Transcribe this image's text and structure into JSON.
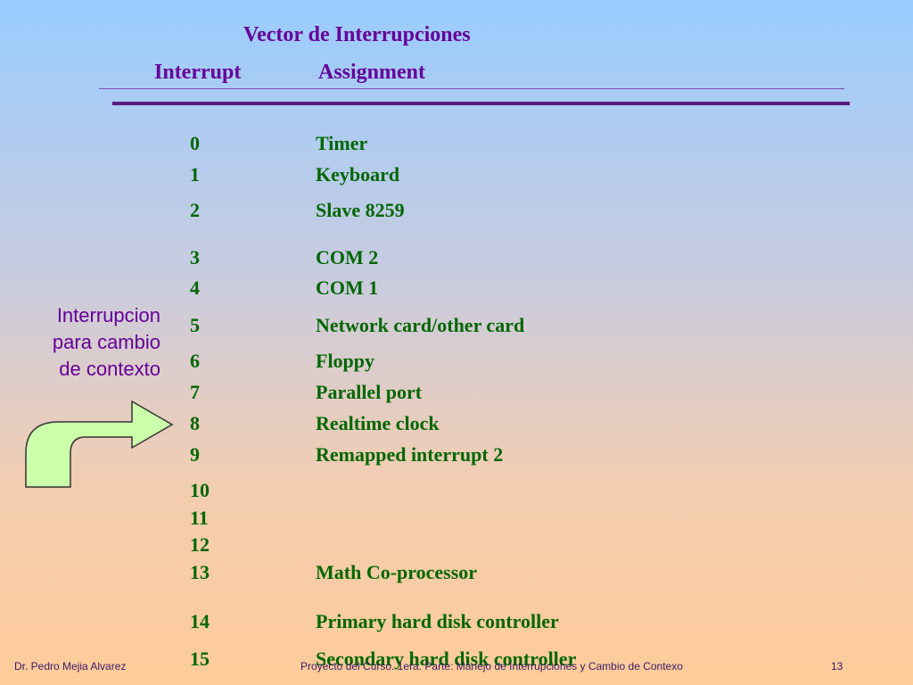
{
  "title": "Vector de Interrupciones",
  "columns": {
    "interrupt": "Interrupt",
    "assignment": "Assignment"
  },
  "rows": [
    {
      "num": "0",
      "name": "Timer"
    },
    {
      "num": "1",
      "name": "Keyboard"
    },
    {
      "num": "2",
      "name": "Slave 8259"
    },
    {
      "num": "3",
      "name": "COM 2"
    },
    {
      "num": "4",
      "name": "COM 1"
    },
    {
      "num": "5",
      "name": "Network card/other card"
    },
    {
      "num": "6",
      "name": "Floppy"
    },
    {
      "num": "7",
      "name": "Parallel port"
    },
    {
      "num": "8",
      "name": "Realtime clock"
    },
    {
      "num": "9",
      "name": "Remapped interrupt 2"
    },
    {
      "num": "10",
      "name": ""
    },
    {
      "num": "11",
      "name": ""
    },
    {
      "num": "12",
      "name": ""
    },
    {
      "num": "13",
      "name": "Math Co-processor"
    },
    {
      "num": "14",
      "name": "Primary hard disk controller"
    },
    {
      "num": "15",
      "name": "Secondary hard disk controller"
    }
  ],
  "side_note": {
    "line1": "Interrupcion",
    "line2": "para cambio",
    "line3": "de contexto"
  },
  "footer": {
    "author": "Dr. Pedro Mejia Alvarez",
    "course": "Proyecto del Curso. 1era. Parte: Manejo de Interrupciones y Cambio de Contexo",
    "page": "13"
  },
  "colors": {
    "title": "#660099",
    "table_text": "#006600",
    "arrow_fill": "#ccffaa"
  },
  "icons": {
    "arrow": "curved-arrow-right-icon"
  }
}
